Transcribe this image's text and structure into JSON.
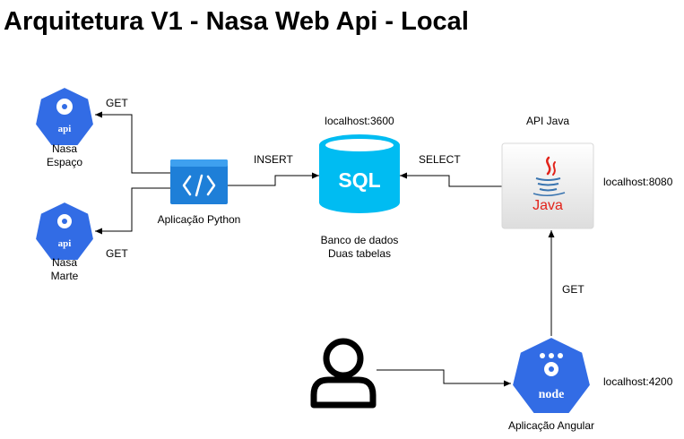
{
  "title": "Arquitetura V1 - Nasa Web Api - Local",
  "nodes": {
    "nasa_espaco": {
      "line1": "Nasa",
      "line2": "Espaço",
      "icon_text": "api"
    },
    "nasa_marte": {
      "line1": "Nasa",
      "line2": "Marte",
      "icon_text": "api"
    },
    "python_app": {
      "label": "Aplicação Python"
    },
    "database": {
      "icon_text": "SQL",
      "host": "localhost:3600",
      "line1": "Banco de dados",
      "line2": "Duas tabelas"
    },
    "java_api": {
      "label": "API Java",
      "icon_text": "Java",
      "host": "localhost:8080"
    },
    "angular_app": {
      "label": "Aplicação Angular",
      "icon_text": "node",
      "host": "localhost:4200"
    }
  },
  "edges": {
    "get_espaco": "GET",
    "get_marte": "GET",
    "insert": "INSERT",
    "select": "SELECT",
    "get_java": "GET"
  },
  "colors": {
    "k8s_blue": "#326ce5",
    "sql_blue": "#00bcf2",
    "python_blue": "#1e7fd8",
    "java_red": "#e2231a",
    "java_blue": "#3a75b0",
    "edge": "#000000"
  }
}
